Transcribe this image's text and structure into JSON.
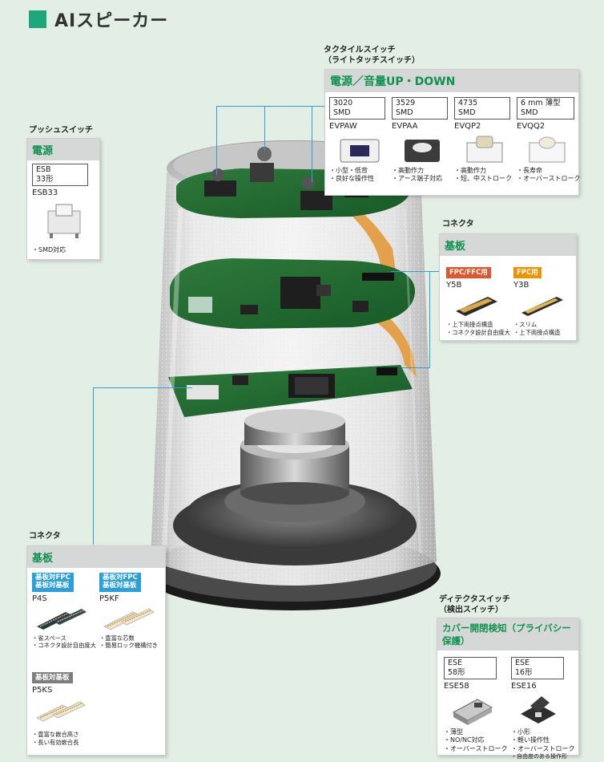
{
  "page": {
    "title": "AIスピーカー",
    "accent": "#1ea77a"
  },
  "colors": {
    "line": "#2c9fd8",
    "header_text": "#10924f",
    "tag_red": "#e5552b",
    "tag_orange": "#f39200",
    "tag_blue": "#2c9fd8",
    "tag_gray": "#7d7d7d"
  },
  "push_switch": {
    "group_label": "プッシュスイッチ",
    "header": "電源",
    "model_line1": "ESB",
    "model_line2": "33形",
    "part": "ESB33",
    "features": [
      "・SMD対応"
    ]
  },
  "tactile_switch": {
    "group_label_1": "タクタイルスイッチ",
    "group_label_2": "（ライトタッチスイッチ）",
    "header": "電源／音量UP・DOWN",
    "items": [
      {
        "model_1": "3020",
        "model_2": "SMD",
        "part": "EVPAW",
        "features": [
          "・小型・低背",
          "・良好な操作性"
        ]
      },
      {
        "model_1": "3529",
        "model_2": "SMD",
        "part": "EVPAA",
        "features": [
          "・高動作力",
          "・アース端子対応"
        ]
      },
      {
        "model_1": "4735",
        "model_2": "SMD",
        "part": "EVQP2",
        "features": [
          "・高動作力",
          "・短、中ストローク"
        ]
      },
      {
        "model_1": "6 mm 薄型",
        "model_2": "SMD",
        "part": "EVQQ2",
        "features": [
          "・長寿命",
          "・オーバーストローク"
        ]
      }
    ]
  },
  "connector_top": {
    "group_label": "コネクタ",
    "header": "基板",
    "items": [
      {
        "tag": "FPC/FFC用",
        "part": "Y5B",
        "features": [
          "・上下両接点構造",
          "・コネクタ設計自由度大"
        ]
      },
      {
        "tag": "FPC用",
        "part": "Y3B",
        "features": [
          "・スリム",
          "・上下両接点構造"
        ]
      }
    ]
  },
  "connector_bottom": {
    "group_label": "コネクタ",
    "header": "基板",
    "items": [
      {
        "tag_1": "基板対FPC",
        "tag_2": "基板対基板",
        "part": "P4S",
        "features": [
          "・省スペース",
          "・コネクタ設計自由度大"
        ]
      },
      {
        "tag_1": "基板対FPC",
        "tag_2": "基板対基板",
        "part": "P5KF",
        "features": [
          "・豊富な芯数",
          "・簡易ロック機構付き"
        ]
      },
      {
        "tag_1": "基板対基板",
        "part": "P5KS",
        "features": [
          "・豊富な嵌合高さ",
          "・長い有効嵌合長"
        ]
      }
    ]
  },
  "detector_switch": {
    "group_label_1": "ディテクタスイッチ",
    "group_label_2": "（検出スイッチ）",
    "header": "カバー開閉検知（プライバシー保護）",
    "items": [
      {
        "model_1": "ESE",
        "model_2": "58形",
        "part": "ESE58",
        "features": [
          "・薄型",
          "・NO/NC対応",
          "・オーバーストローク"
        ]
      },
      {
        "model_1": "ESE",
        "model_2": "16形",
        "part": "ESE16",
        "features": [
          "・小形",
          "・軽い操作性",
          "・オーバーストローク",
          "・自由度のある操作形"
        ]
      }
    ]
  }
}
